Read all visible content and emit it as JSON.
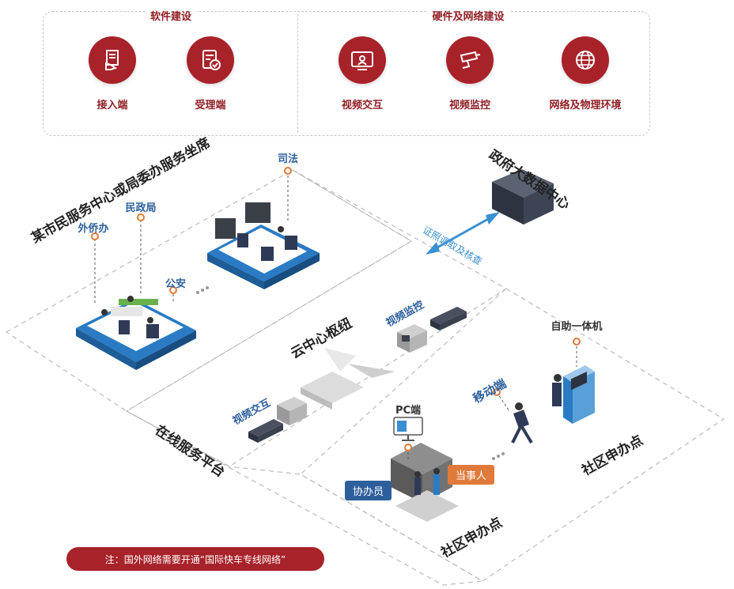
{
  "top_panel": {
    "software_group_title": "软件建设",
    "hardware_group_title": "硬件及网络建设",
    "software_items": [
      {
        "label": "接入端",
        "icon": "document-hand-icon"
      },
      {
        "label": "受理端",
        "icon": "form-check-icon"
      }
    ],
    "hardware_items": [
      {
        "label": "视频交互",
        "icon": "video-screen-icon"
      },
      {
        "label": "视频监控",
        "icon": "cctv-camera-icon"
      },
      {
        "label": "网络及物理环境",
        "icon": "globe-network-icon"
      }
    ]
  },
  "diagram": {
    "service_center_title": "某市民服务中心或局委办服务坐席",
    "gov_data_center": "政府大数据中心",
    "cert_arrow_label": "证照调取及核查",
    "cloud_center": "云中心枢纽",
    "online_platform": "在线服务平台",
    "community_point_right": "社区申办点",
    "community_point_bottom": "社区申办点",
    "departments": {
      "judiciary": "司法",
      "civil_affairs": "民政局",
      "foreign_affairs": "外侨办",
      "police": "公安"
    },
    "devices": {
      "video_monitor": "视频监控",
      "video_interaction": "视频交互",
      "self_service_kiosk": "自助一体机",
      "mobile": "移动端",
      "pc": "PC端"
    },
    "roles": {
      "assistant": "协办员",
      "party": "当事人"
    }
  },
  "note": "注：国外网络需要开通“国际快车专线网络”",
  "colors": {
    "brand_red": "#a8222a",
    "label_red": "#8f1f24",
    "accent_blue": "#2d5f9c",
    "arrow_blue": "#3a8fd0",
    "pin_orange": "#e07a3a",
    "party_orange": "#e07a3a"
  }
}
